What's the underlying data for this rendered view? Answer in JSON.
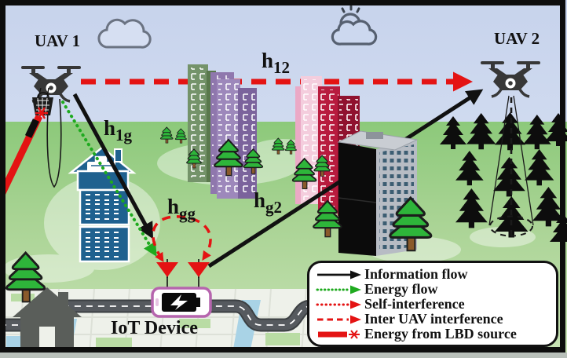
{
  "scene": {
    "uav1_label": "UAV 1",
    "uav2_label": "UAV 2",
    "iot_device_label": "IoT Device"
  },
  "channels": {
    "h12": {
      "base": "h",
      "sub": "12"
    },
    "h1g": {
      "base": "h",
      "sub": "1g"
    },
    "hgg": {
      "base": "h",
      "sub": "gg"
    },
    "hg2": {
      "base": "h",
      "sub": "g2"
    }
  },
  "legend": {
    "items": [
      {
        "label": "Information flow",
        "symbol": "black-solid-arrow",
        "color": "#111111"
      },
      {
        "label": "Energy flow",
        "symbol": "green-dotted-arrow",
        "color": "#1faa1f"
      },
      {
        "label": "Self-interference",
        "symbol": "red-dotted-arrow",
        "color": "#e41313"
      },
      {
        "label": "Inter UAV interference",
        "symbol": "red-dashed-arrow",
        "color": "#e41313"
      },
      {
        "label": "Energy from LBD source",
        "symbol": "red-thick-bar-star",
        "color": "#e41313"
      }
    ]
  },
  "colors": {
    "sky": "#ccd8ef",
    "grass": "#a6d193",
    "info_flow": "#111111",
    "energy_flow": "#1faa1f",
    "interference": "#e41313",
    "device_border": "#b665ae",
    "blue_building": "#1f618f",
    "frame": "#0d0d0d",
    "legend_bg": "#ffffff"
  }
}
